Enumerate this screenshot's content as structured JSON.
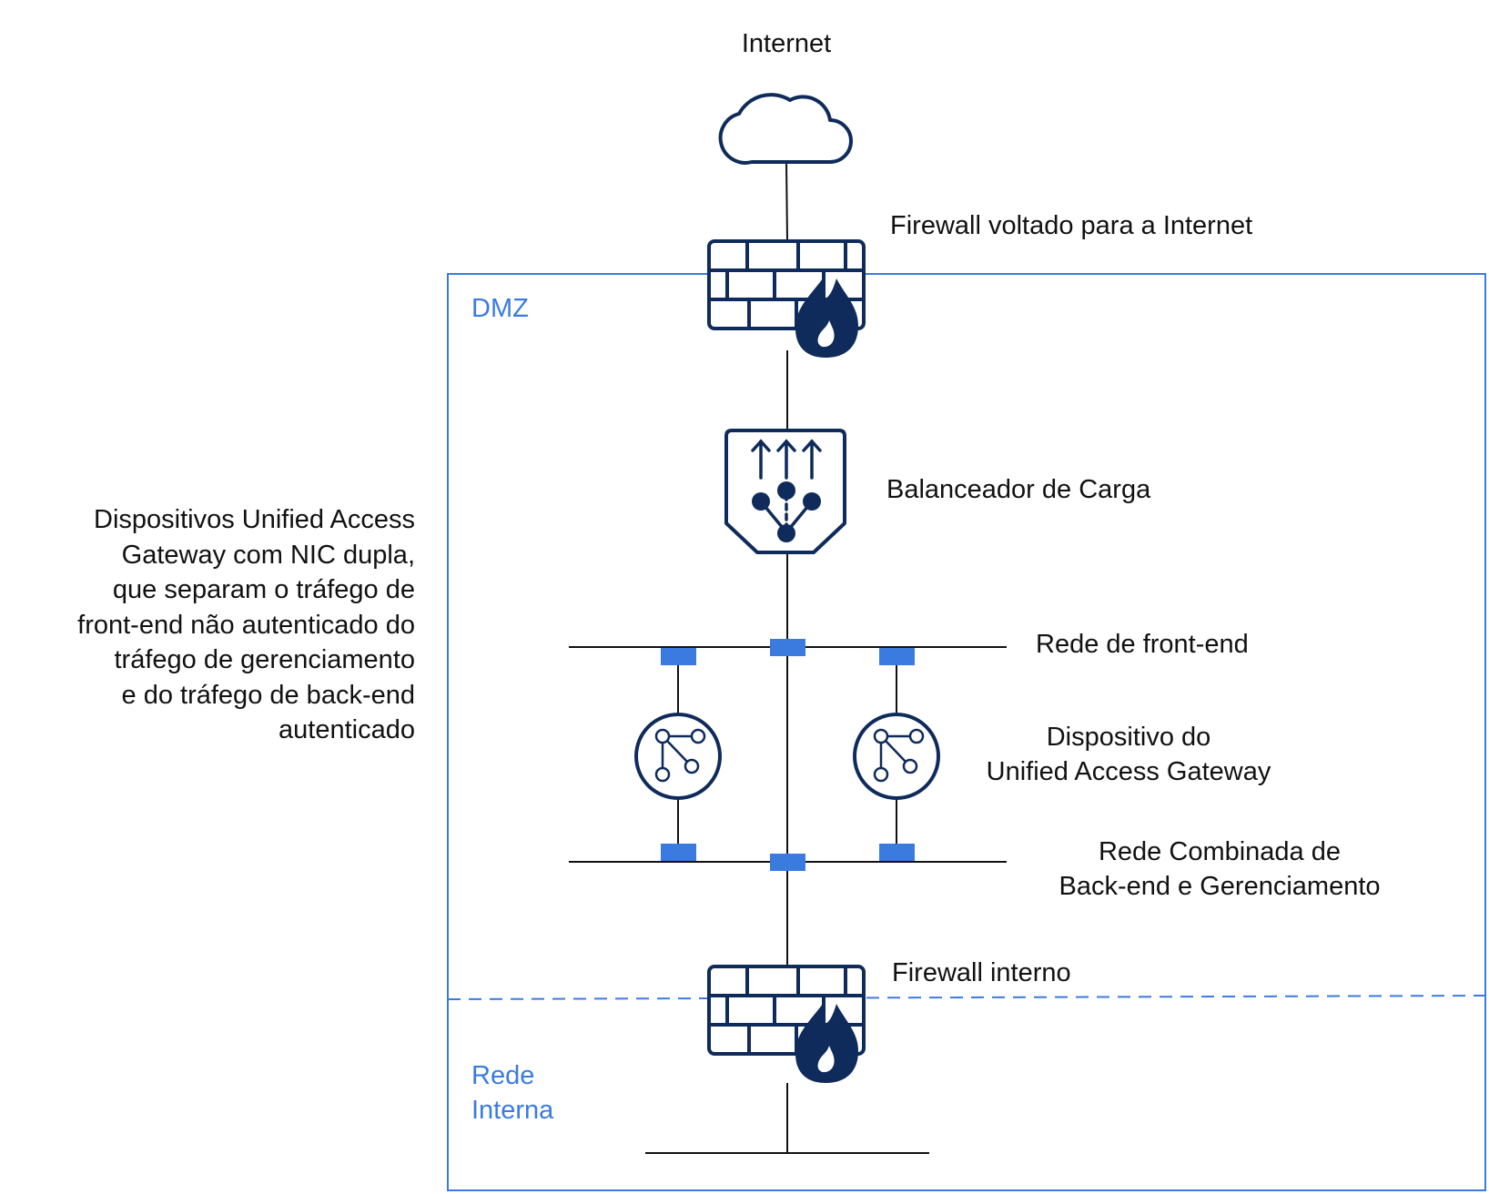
{
  "colors": {
    "navy": "#0f2b5b",
    "accent": "#3b7be0",
    "line": "#111111"
  },
  "nodes": {
    "internet": {
      "label": "Internet",
      "icon": "cloud-icon"
    },
    "firewall_external": {
      "label": "Firewall voltado para a Internet",
      "icon": "firewall-icon"
    },
    "load_balancer": {
      "label": "Balanceador de Carga",
      "icon": "load-balancer-icon"
    },
    "frontend_network": {
      "label": "Rede de front-end"
    },
    "uag_device": {
      "label_line1": "Dispositivo do",
      "label_line2": "Unified Access Gateway",
      "icon": "gateway-appliance-icon"
    },
    "backend_network": {
      "label_line1": "Rede Combinada de",
      "label_line2": "Back-end e Gerenciamento"
    },
    "firewall_internal": {
      "label": "Firewall interno",
      "icon": "firewall-icon"
    }
  },
  "zones": {
    "dmz": "DMZ",
    "internal_line1": "Rede",
    "internal_line2": "Interna"
  },
  "note": {
    "lines": [
      "Dispositivos Unified Access",
      "Gateway com NIC dupla,",
      "que separam o tráfego de",
      "front-end não autenticado do",
      "tráfego de gerenciamento",
      "e do tráfego de back-end",
      "autenticado"
    ]
  }
}
